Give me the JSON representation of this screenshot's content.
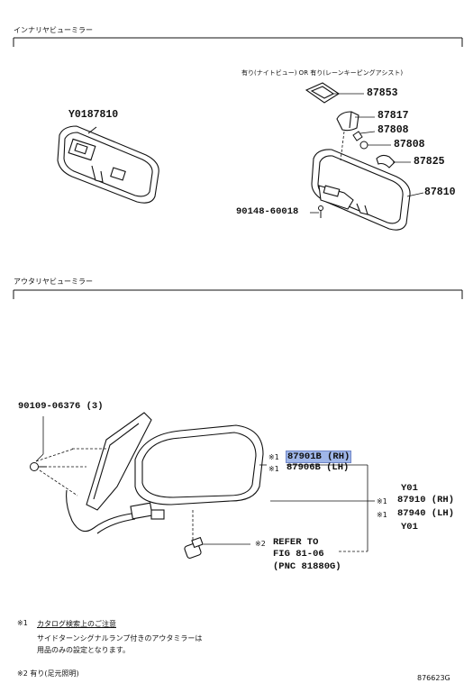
{
  "sections": {
    "inner_title": "インナリヤビューミラー",
    "outer_title": "アウタリヤビューミラー"
  },
  "inner": {
    "condition_note": "有り(ナイトビュー) OR 有り(レーンキーピングアシスト)",
    "left_assembly": "Y0187810",
    "parts": [
      "87853",
      "87817",
      "87808",
      "87808",
      "87825",
      "87810"
    ],
    "screw": "90148-60018"
  },
  "outer": {
    "screw": "90109-06376 (3)",
    "mark1_a": "※1",
    "part_rh": "87901B (RH)",
    "mark1_b": "※1",
    "part_lh": "87906B (LH)",
    "y01_top": "Y01",
    "mark1_c": "※1",
    "assy_rh": "87910 (RH)",
    "mark1_d": "※1",
    "assy_lh": "87940 (LH)",
    "y01_bottom": "Y01",
    "mark2": "※2",
    "refer_line1": "REFER TO",
    "refer_line2": "FIG 81-06",
    "refer_line3": "(PNC 81880G)"
  },
  "notes": {
    "n1_mark": "※1",
    "n1_title": "カタログ検索上のご注意",
    "n1_line1": "サイドターンシグナルランプ付きのアウタミラーは",
    "n1_line2": "用品のみの設定となります。",
    "n2": "※2 有り(足元照明)",
    "fig_code": "876623G"
  },
  "colors": {
    "highlight": "#9fb6e8",
    "ink": "#111111"
  }
}
